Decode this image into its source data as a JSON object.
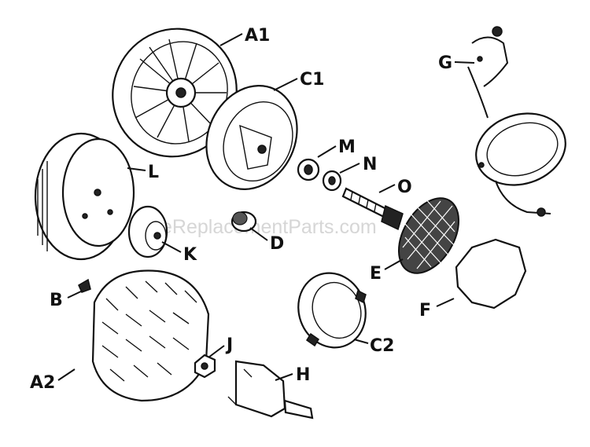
{
  "watermark": "eReplacementParts.com",
  "labels": {
    "A1": "A1",
    "C1": "C1",
    "G": "G",
    "M": "M",
    "N": "N",
    "O": "O",
    "L": "L",
    "K": "K",
    "D": "D",
    "E": "E",
    "F": "F",
    "B": "B",
    "C2": "C2",
    "J": "J",
    "H": "H",
    "A2": "A2"
  }
}
